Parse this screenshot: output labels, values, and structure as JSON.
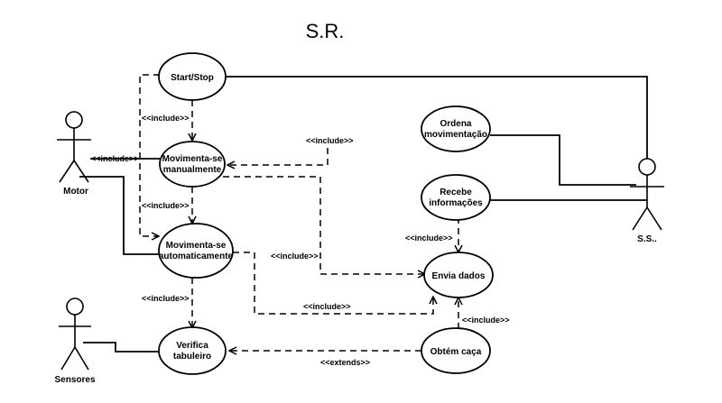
{
  "diagram": {
    "title": "S.R.",
    "actors": {
      "motor": "Motor",
      "sensores": "Sensores",
      "ss": "S.S.."
    },
    "use_cases": {
      "start_stop": "Start/Stop",
      "manual_1": "Movimenta-se",
      "manual_2": "manualmente",
      "auto_1": "Movimenta-se",
      "auto_2": "automaticamente",
      "verifica_1": "Verifica",
      "verifica_2": "tabuleiro",
      "ordena_1": "Ordena",
      "ordena_2": "movimentação",
      "recebe_1": "Recebe",
      "recebe_2": "informações",
      "envia": "Envia dados",
      "obtem": "Obtém caça"
    },
    "relations": {
      "include": "<<include>>",
      "extends": "<<extends>>"
    }
  }
}
